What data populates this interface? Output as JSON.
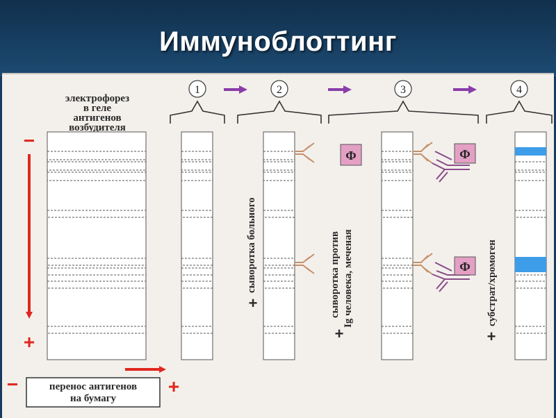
{
  "title": "Иммуноблоттинг",
  "step1": {
    "label_line1": "электрофорез",
    "label_line2": "в геле",
    "label_line3": "антигенов",
    "label_line4": "возбудителя"
  },
  "steps": [
    "①",
    "②",
    "③",
    "④"
  ],
  "polarity": {
    "minus": "−",
    "plus": "+"
  },
  "reagents": {
    "serum_patient": "сыворотка больного",
    "serum_anti_line1": "сыворотка против",
    "serum_anti_line2": "Ig человека, меченая",
    "substrate": "субстрат/хромоген",
    "enzyme_label": "Ф"
  },
  "transfer": {
    "line1": "перенос антигенов",
    "line2": "на бумагу"
  },
  "colors": {
    "title_bg": "#183a5c",
    "arrow_red": "#e02820",
    "arrow_purple": "#8a3ca8",
    "band_blue": "#3d9de8",
    "enzyme_pink": "#e4a0c4",
    "antibody_tan": "#c4906a",
    "antibody_purple": "#8a4c8a"
  }
}
